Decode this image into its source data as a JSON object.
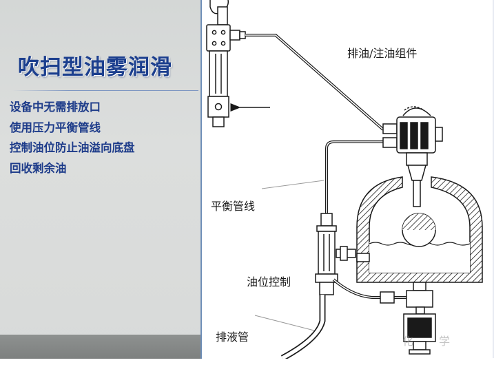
{
  "slide": {
    "title": "吹扫型油雾润滑",
    "bullets": [
      "设备中无需排放口",
      "使用压力平衡管线",
      "控制油位防止油溢向底盘",
      "回收剩余油"
    ]
  },
  "diagram_labels": {
    "drain_fill_assembly": "排油/注油组件",
    "balance_line": "平衡管线",
    "oil_level_control": "油位控制",
    "drain_pipe": "排液管"
  },
  "watermark": "化  学",
  "colors": {
    "title_blue": "#1c3f8e",
    "text_blue": "#1e3c8a",
    "panel_gray": "#d8dad9",
    "footer_gray": "#7d807f",
    "divider_blue": "#6f8fb8",
    "line_dark": "#1a1a1a"
  }
}
